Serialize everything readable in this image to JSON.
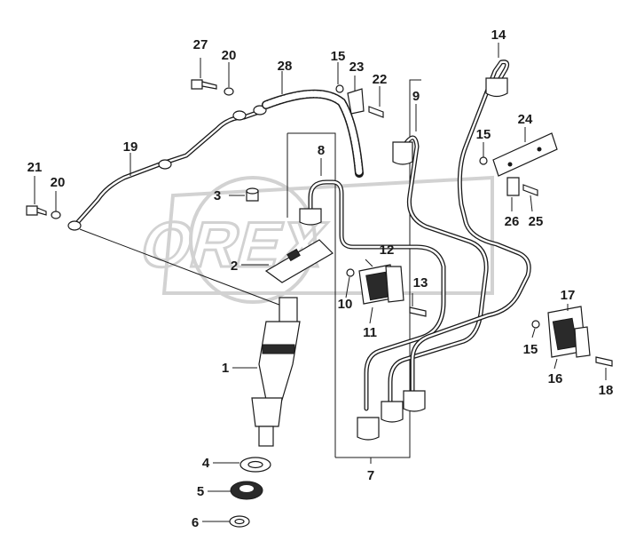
{
  "diagram": {
    "callouts": [
      "27",
      "20",
      "28",
      "15",
      "23",
      "22",
      "9",
      "14",
      "19",
      "21",
      "20",
      "8",
      "3",
      "2",
      "12",
      "10",
      "11",
      "13",
      "24",
      "15",
      "26",
      "25",
      "17",
      "15",
      "16",
      "18",
      "1",
      "4",
      "5",
      "6",
      "7"
    ],
    "watermark": "OREX"
  }
}
